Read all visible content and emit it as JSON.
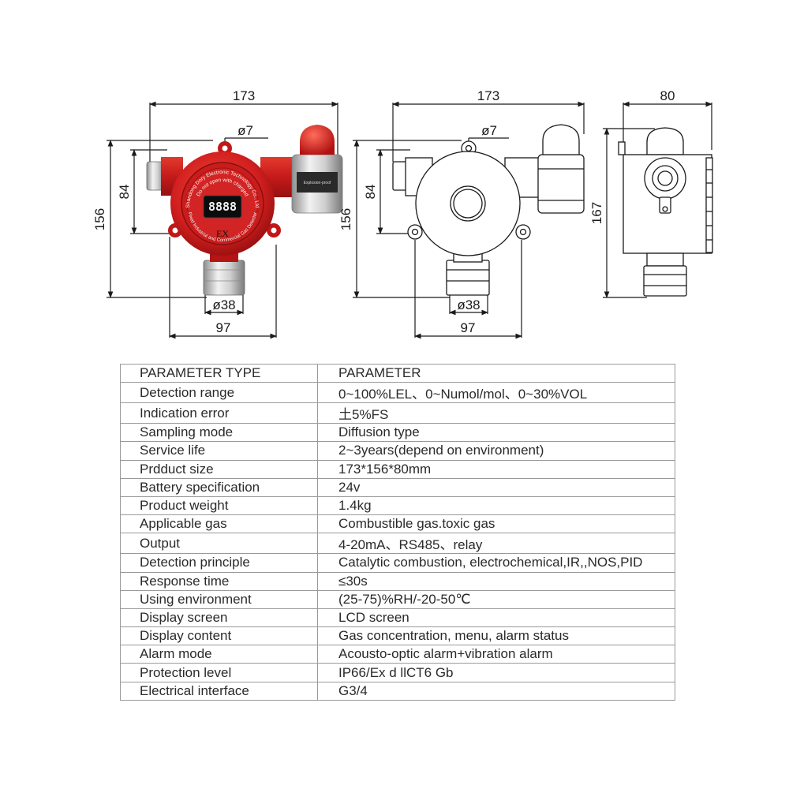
{
  "drawing": {
    "front_view": {
      "width_label": "173",
      "hole_label": "ø7",
      "height_inner_label": "84",
      "height_outer_label": "156",
      "port_label": "ø38",
      "base_width_label": "97",
      "display_digits": "8888",
      "mark_label": "EX",
      "ring_text_top": "Shandong Dory Electronic Technology Co., Ltd",
      "ring_text_warning": "Do not open with charged",
      "ring_text_bottom": "Fixed Industrial and Commercial Gas Detector",
      "nameplate_text": "Explosion-proof"
    },
    "back_view": {
      "width_label": "173",
      "hole_label": "ø7",
      "height_inner_label": "84",
      "height_outer_label": "156",
      "port_label": "ø38",
      "base_width_label": "97"
    },
    "side_view": {
      "width_label": "80",
      "height_label": "167"
    },
    "colors": {
      "body": "#d11f1f",
      "line": "#1a1a1a",
      "metal": "#c8c8c8"
    }
  },
  "table": {
    "header": {
      "param_type": "PARAMETER TYPE",
      "param": "PARAMETER"
    },
    "rows": [
      {
        "type": "Detection range",
        "value": "0~100%LEL、0~Numol/mol、0~30%VOL"
      },
      {
        "type": "Indication error",
        "value": "土5%FS"
      },
      {
        "type": "Sampling mode",
        "value": "Diffusion type"
      },
      {
        "type": "Service life",
        "value": "2~3years(depend on environment)"
      },
      {
        "type": "Prdduct size",
        "value": "173*156*80mm"
      },
      {
        "type": "Battery specification",
        "value": "24v"
      },
      {
        "type": "Product weight",
        "value": "1.4kg"
      },
      {
        "type": "Applicable gas",
        "value": "Combustible gas.toxic gas"
      },
      {
        "type": "Output",
        "value": "4-20mA、RS485、relay"
      },
      {
        "type": "Detection principle",
        "value": "Catalytic combustion, electrochemical,IR,,NOS,PID"
      },
      {
        "type": "Response time",
        "value": "≤30s"
      },
      {
        "type": "Using environment",
        "value": "(25-75)%RH/-20-50℃"
      },
      {
        "type": "Display screen",
        "value": "LCD screen"
      },
      {
        "type": "Display content",
        "value": "Gas concentration, menu, alarm status"
      },
      {
        "type": "Alarm mode",
        "value": "Acousto-optic alarm+vibration alarm"
      },
      {
        "type": "Protection level",
        "value": "IP66/Ex d llCT6 Gb"
      },
      {
        "type": "Electrical interface",
        "value": "G3/4"
      }
    ]
  }
}
